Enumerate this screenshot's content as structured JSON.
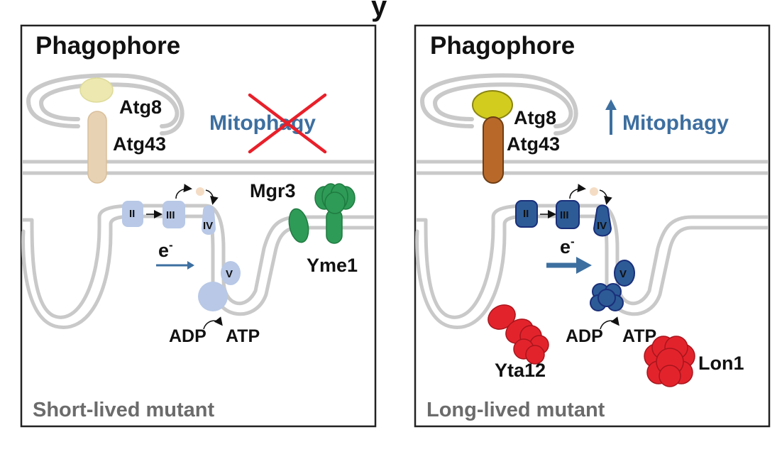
{
  "top_cut_text": "y",
  "colors": {
    "membrane": "#c9c9c9",
    "panel_border": "#222222",
    "mitophagy_text": "#3d6fa0",
    "cross": "#e8202a",
    "atg8_faded": "#ece8b0",
    "atg43_faded": "#e8d2b4",
    "atg8_strong": "#d2cc1e",
    "atg43_strong": "#b8692a",
    "etc_faded": "#b8c8e6",
    "etc_strong": "#2d5b96",
    "green_protein": "#2e9b57",
    "red_protein": "#e3232c",
    "footer_text": "#6b6b6b"
  },
  "left_panel": {
    "title": "Phagophore",
    "atg8": "Atg8",
    "atg43": "Atg43",
    "mitophagy": "Mitophagy",
    "mitophagy_crossed_out": true,
    "complex_ii": "II",
    "complex_iii": "III",
    "complex_iv": "IV",
    "complex_v": "V",
    "electron": "e",
    "electron_sup": "-",
    "adp": "ADP",
    "atp": "ATP",
    "mgr3": "Mgr3",
    "yme1": "Yme1",
    "footer": "Short-lived mutant"
  },
  "right_panel": {
    "title": "Phagophore",
    "atg8": "Atg8",
    "atg43": "Atg43",
    "mitophagy": "Mitophagy",
    "mitophagy_arrow": "up-arrow-icon",
    "complex_ii": "II",
    "complex_iii": "III",
    "complex_iv": "IV",
    "complex_v": "V",
    "electron": "e",
    "electron_sup": "-",
    "adp": "ADP",
    "atp": "ATP",
    "yta12": "Yta12",
    "lon1": "Lon1",
    "footer": "Long-lived mutant"
  }
}
